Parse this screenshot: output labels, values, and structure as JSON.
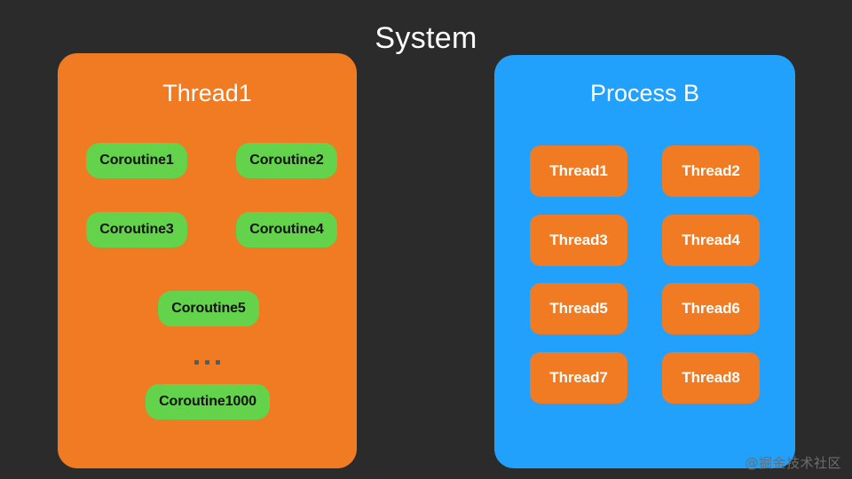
{
  "diagram": {
    "title": "System",
    "background_color": "#2b2b2b",
    "watermark": "@掘金技术社区"
  },
  "panels": {
    "left": {
      "title": "Thread1",
      "color": "#f07b22",
      "item_color": "#62d34a",
      "coroutines": [
        {
          "label": "Coroutine1"
        },
        {
          "label": "Coroutine2"
        },
        {
          "label": "Coroutine3"
        },
        {
          "label": "Coroutine4"
        },
        {
          "label": "Coroutine5"
        },
        {
          "label": "Coroutine1000"
        }
      ],
      "ellipsis": "..."
    },
    "right": {
      "title": "Process B",
      "color": "#21a1fb",
      "item_color": "#f07b22",
      "threads": [
        {
          "label": "Thread1"
        },
        {
          "label": "Thread2"
        },
        {
          "label": "Thread3"
        },
        {
          "label": "Thread4"
        },
        {
          "label": "Thread5"
        },
        {
          "label": "Thread6"
        },
        {
          "label": "Thread7"
        },
        {
          "label": "Thread8"
        }
      ]
    }
  }
}
